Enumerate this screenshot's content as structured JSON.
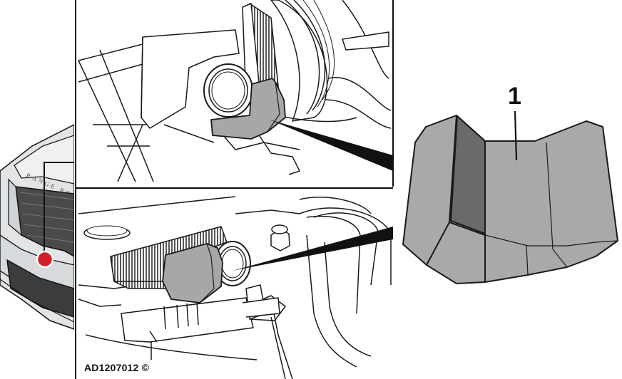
{
  "figure_id": "AD1207012 ©",
  "callout_number": "1",
  "vehicle_badge": "RANGE ROVER",
  "colors": {
    "component_fill": "#a7a7a7",
    "component_dark": "#6a6a6a",
    "location_marker": "#d11f2b",
    "vehicle_body": "#e2e4e6",
    "line": "#1a1a1a"
  },
  "icons": {
    "location_marker": "red-dot-marker",
    "component": "shield-pad"
  }
}
